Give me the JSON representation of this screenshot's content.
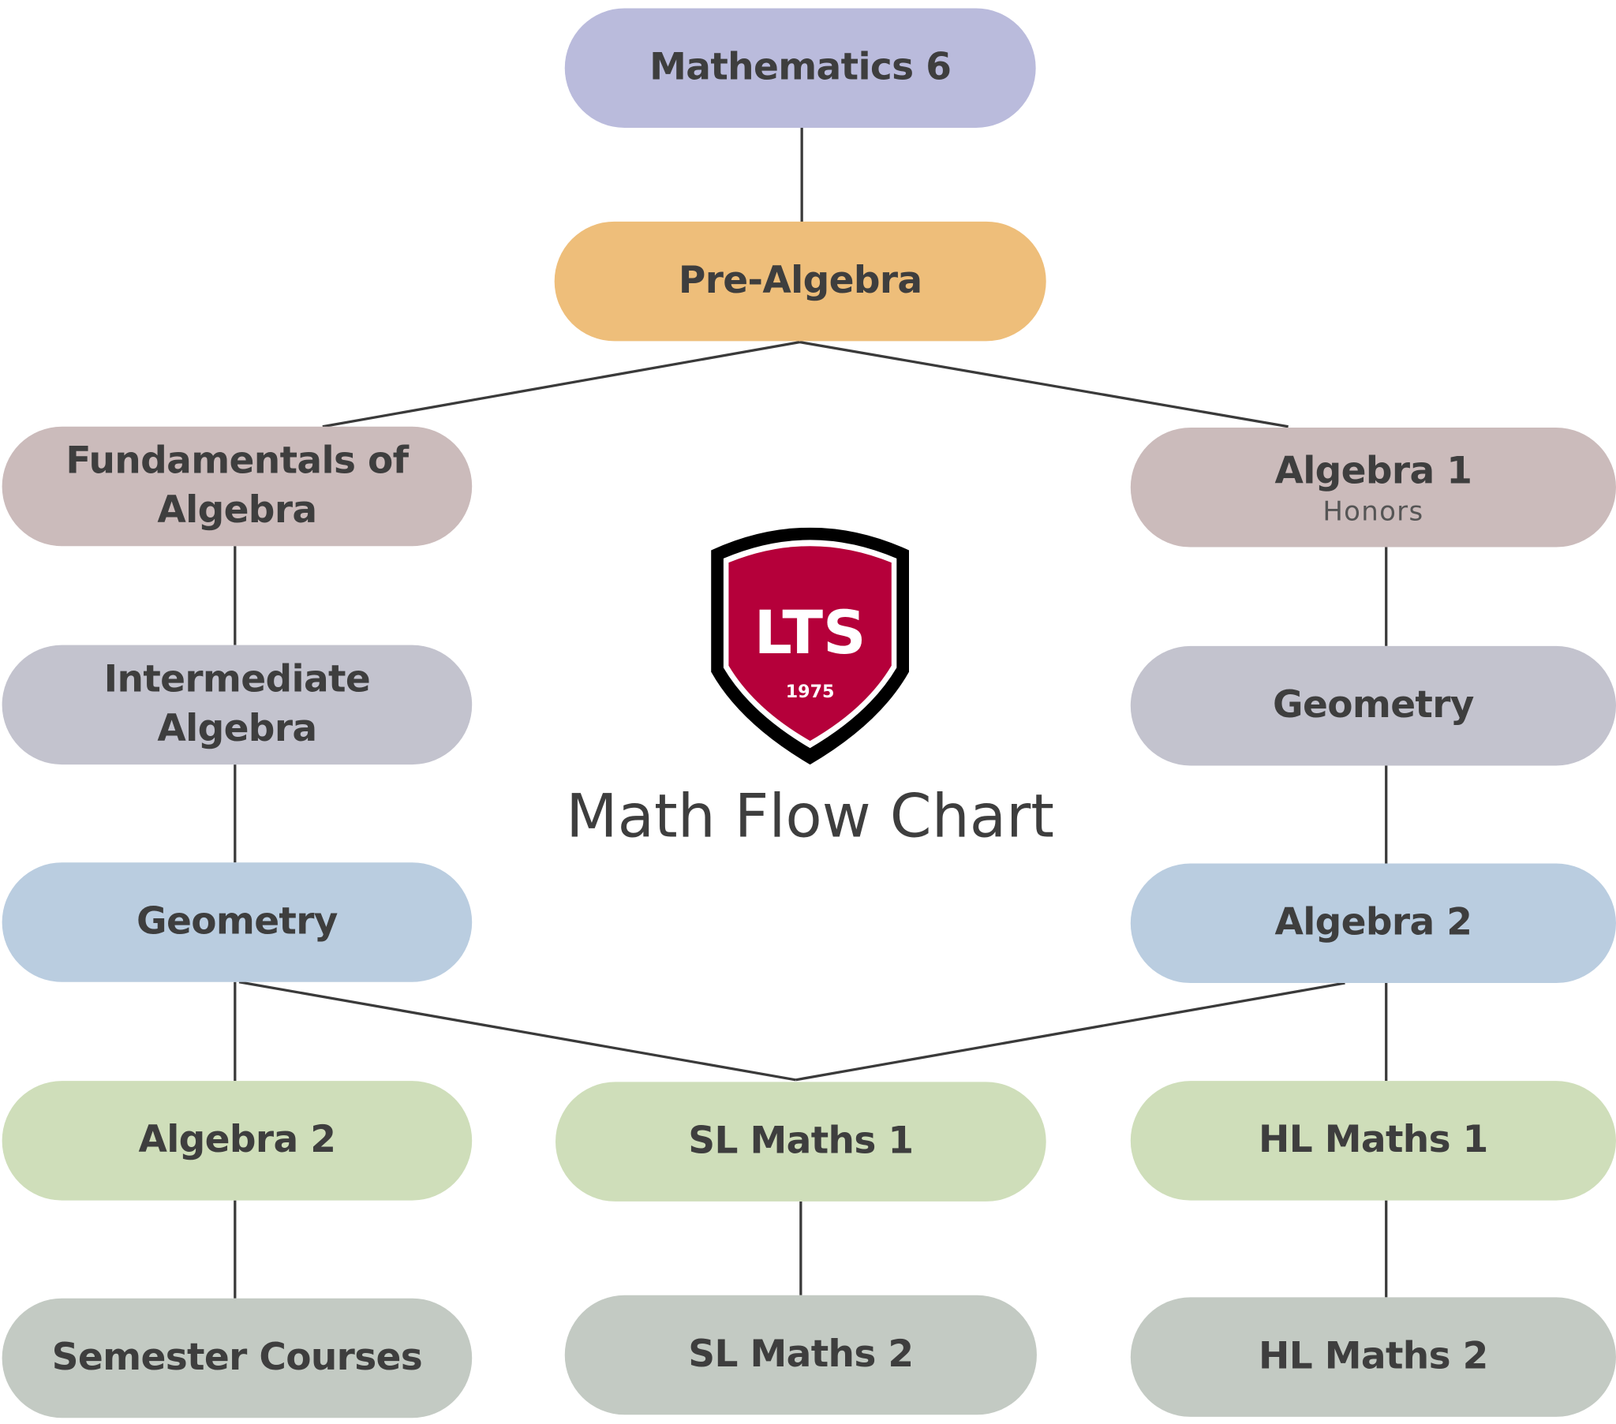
{
  "title": "Math Flow Chart",
  "logo": {
    "text": "LTS",
    "year": "1975",
    "colors": {
      "shield": "#b5003a",
      "border": "#000000"
    }
  },
  "nodes": {
    "math6": {
      "label": "Mathematics 6",
      "color": "#babbdc"
    },
    "prealg": {
      "label": "Pre-Algebra",
      "color": "#eebe7a"
    },
    "fund": {
      "label": "Fundamentals of Algebra",
      "color": "#cbbbbb"
    },
    "alg1h": {
      "label": "Algebra 1",
      "sub": "Honors",
      "color": "#cbbbbb"
    },
    "inter": {
      "label": "Intermediate Algebra",
      "color": "#c3c3ce"
    },
    "geoR": {
      "label": "Geometry",
      "color": "#c3c3ce"
    },
    "geoL": {
      "label": "Geometry",
      "color": "#bacde0"
    },
    "alg2R": {
      "label": "Algebra 2",
      "color": "#bacde0"
    },
    "alg2L": {
      "label": "Algebra 2",
      "color": "#cfdeba"
    },
    "sl1": {
      "label": "SL Maths 1",
      "color": "#cfdeba"
    },
    "hl1": {
      "label": "HL Maths 1",
      "color": "#cfdeba"
    },
    "sem": {
      "label": "Semester Courses",
      "color": "#c3cac3"
    },
    "sl2": {
      "label": "SL Maths 2",
      "color": "#c3cac3"
    },
    "hl2": {
      "label": "HL Maths 2",
      "color": "#c3cac3"
    }
  },
  "connector_color": "#3a3a3a"
}
